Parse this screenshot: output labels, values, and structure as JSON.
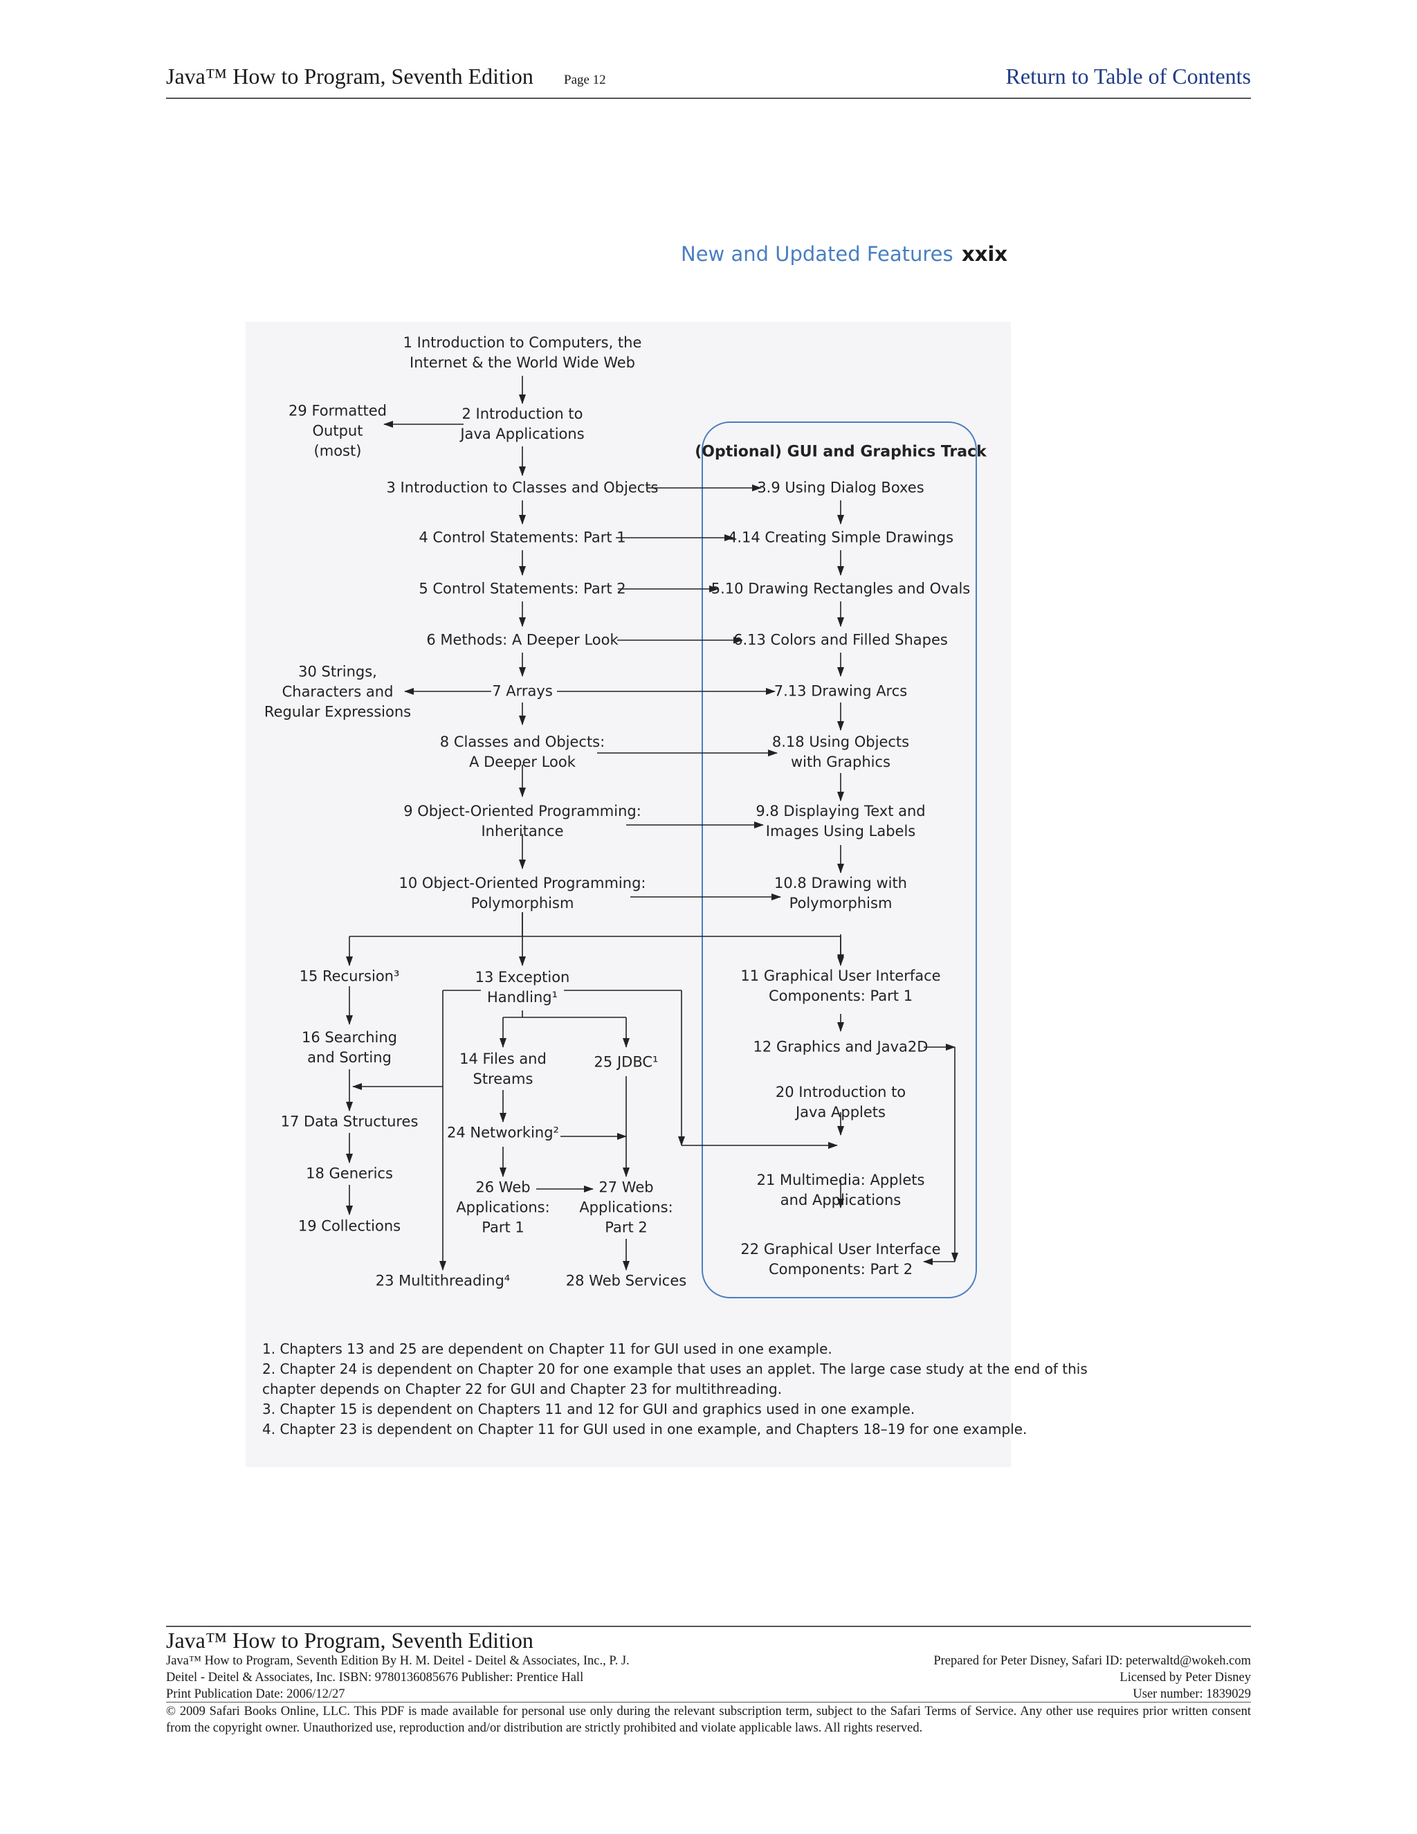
{
  "header": {
    "book_title": "Java™ How to Program, Seventh Edition",
    "page_label": "Page 12",
    "toc_link": "Return to Table of Contents"
  },
  "running_head": {
    "section_title": "New and Updated Features",
    "page_number": "xxix"
  },
  "diagram": {
    "track_title": "(Optional) GUI and Graphics Track",
    "nodes": {
      "n1": [
        "1 Introduction to Computers, the",
        "Internet & the World Wide Web"
      ],
      "n2": [
        "2 Introduction to",
        "Java Applications"
      ],
      "n29": [
        "29 Formatted",
        "Output",
        "(most)"
      ],
      "n3": [
        "3 Introduction to Classes and Objects"
      ],
      "n4": [
        "4 Control Statements: Part 1"
      ],
      "n5": [
        "5 Control Statements: Part 2"
      ],
      "n6": [
        "6 Methods: A Deeper Look"
      ],
      "n7": [
        "7 Arrays"
      ],
      "n30": [
        "30 Strings,",
        "Characters and",
        "Regular Expressions"
      ],
      "n8": [
        "8 Classes and Objects:",
        "A Deeper Look"
      ],
      "n9": [
        "9 Object-Oriented Programming:",
        "Inheritance"
      ],
      "n10": [
        "10 Object-Oriented Programming:",
        "Polymorphism"
      ],
      "g39": [
        "3.9 Using Dialog Boxes"
      ],
      "g414": [
        "4.14 Creating Simple Drawings"
      ],
      "g510": [
        "5.10 Drawing Rectangles and Ovals"
      ],
      "g613": [
        "6.13 Colors and Filled Shapes"
      ],
      "g713": [
        "7.13 Drawing Arcs"
      ],
      "g818": [
        "8.18 Using Objects",
        "with Graphics"
      ],
      "g98": [
        "9.8 Displaying Text and",
        "Images Using Labels"
      ],
      "g108": [
        "10.8 Drawing with",
        "Polymorphism"
      ],
      "n11": [
        "11 Graphical User Interface",
        "Components: Part 1"
      ],
      "n12": [
        "12 Graphics and Java2D"
      ],
      "n20": [
        "20 Introduction to",
        "Java Applets"
      ],
      "n21": [
        "21 Multimedia: Applets",
        "and Applications"
      ],
      "n22": [
        "22 Graphical User Interface",
        "Components: Part 2"
      ],
      "n15": [
        "15 Recursion³"
      ],
      "n16": [
        "16 Searching",
        "and Sorting"
      ],
      "n17": [
        "17 Data Structures"
      ],
      "n18": [
        "18 Generics"
      ],
      "n19": [
        "19 Collections"
      ],
      "n13": [
        "13 Exception",
        "Handling¹"
      ],
      "n14": [
        "14 Files and",
        "Streams"
      ],
      "n25": [
        "25 JDBC¹"
      ],
      "n24": [
        "24 Networking²"
      ],
      "n26": [
        "26 Web",
        "Applications:",
        "Part 1"
      ],
      "n27": [
        "27 Web",
        "Applications:",
        "Part 2"
      ],
      "n23": [
        "23 Multithreading⁴"
      ],
      "n28": [
        "28 Web Services"
      ]
    },
    "notes": [
      "1. Chapters 13 and 25 are dependent on Chapter 11 for GUI used in one example.",
      "2. Chapter 24 is dependent on Chapter 20 for one example that uses an applet. The large case study at the end of this",
      "chapter depends on Chapter 22 for GUI and Chapter 23 for multithreading.",
      "3. Chapter 15 is dependent on Chapters 11 and 12 for GUI and graphics used in one example.",
      "4. Chapter 23 is dependent on Chapter 11 for GUI used in one example, and Chapters 18–19 for one example."
    ],
    "colors": {
      "track_border": "#4a7fc1",
      "panel_bg": "#f5f5f7"
    }
  },
  "footer": {
    "book_title": "Java™ How to Program, Seventh Edition",
    "left_lines": [
      "Java™ How to Program, Seventh Edition By H. M. Deitel - Deitel & Associates, Inc., P. J.",
      "Deitel - Deitel & Associates, Inc. ISBN: 9780136085676 Publisher: Prentice Hall",
      "Print Publication Date: 2006/12/27"
    ],
    "right_lines": [
      "Prepared for Peter Disney, Safari ID: peterwaltd@wokeh.com",
      "Licensed by Peter Disney",
      "User number: 1839029"
    ],
    "copyright": "© 2009 Safari Books Online, LLC. This PDF is made available for personal use only during the relevant subscription term, subject to the Safari Terms of Service. Any other use requires prior written consent from the copyright owner. Unauthorized use, reproduction and/or distribution are strictly prohibited and violate applicable laws. All rights reserved."
  }
}
